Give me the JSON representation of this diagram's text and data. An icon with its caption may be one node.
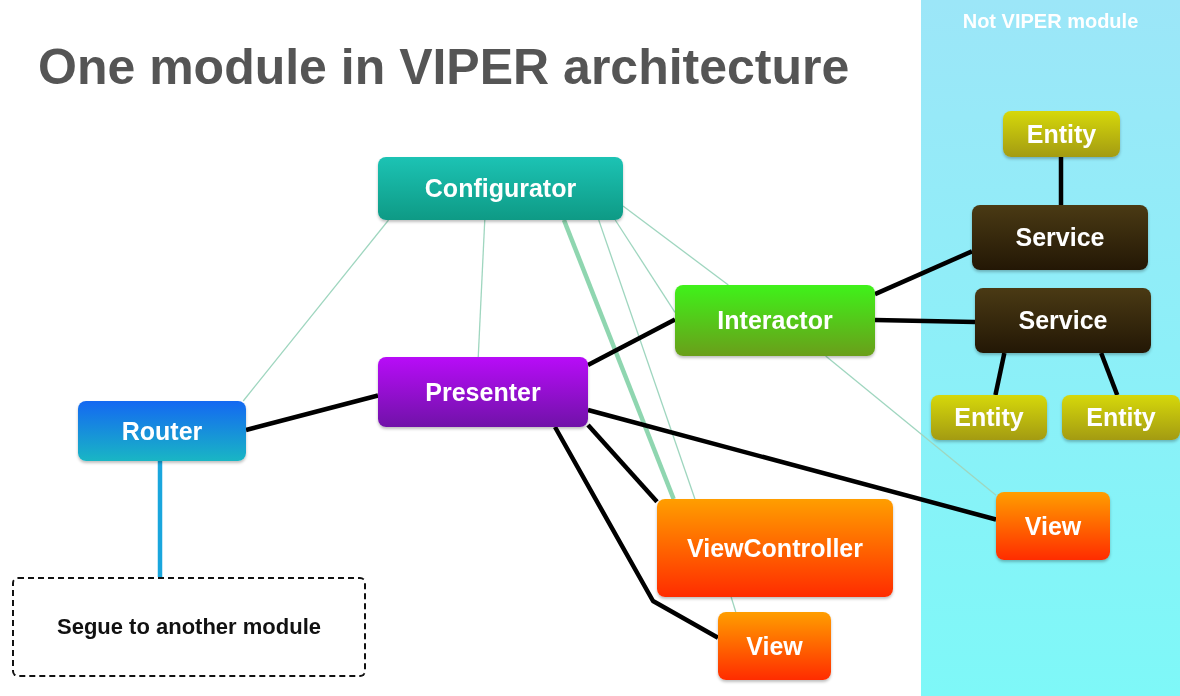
{
  "diagram": {
    "title": "One module in VIPER architecture",
    "nodes": [
      {
        "text": [
          "Configurator"
        ]
      },
      {
        "text": [
          "Router"
        ]
      },
      {
        "text": [
          "Presenter"
        ]
      },
      {
        "text": [
          "Interactor"
        ]
      },
      {
        "text": [
          "ViewController"
        ]
      },
      {
        "text": [
          "View"
        ]
      },
      {
        "text": [
          "Segue to another module"
        ]
      },
      {
        "text": [
          "Not VIPER module"
        ]
      },
      {
        "text": [
          "Entity"
        ],
        "in": 7
      },
      {
        "text": [
          "Service"
        ],
        "in": 7
      },
      {
        "text": [
          "Service"
        ],
        "in": 7
      },
      {
        "text": [
          "Entity"
        ],
        "in": 7
      },
      {
        "text": [
          "Entity"
        ],
        "in": 7
      },
      {
        "text": [
          "View"
        ],
        "in": 7
      }
    ],
    "edges": [
      {
        "from": 0,
        "to": 1,
        "arrow": "none",
        "color": "#9fd6bf"
      },
      {
        "from": 0,
        "to": 2,
        "arrow": "none",
        "color": "#9fd6bf"
      },
      {
        "from": 0,
        "to": 3,
        "arrow": "none",
        "color": "#9fd6bf"
      },
      {
        "from": 0,
        "to": 3,
        "arrow": "none",
        "color": "#9fd6bf"
      },
      {
        "from": 0,
        "to": 4,
        "arrow": "none",
        "color": "#8fd6b0"
      },
      {
        "from": 0,
        "to": 4,
        "arrow": "none",
        "color": "#9fd6bf"
      },
      {
        "from": 4,
        "to": 5,
        "arrow": "none",
        "color": "#9fd6bf"
      },
      {
        "from": 1,
        "to": 2,
        "arrow": "none"
      },
      {
        "from": 1,
        "to": 6,
        "arrow": "none",
        "color": "#1aa6dd"
      },
      {
        "from": 2,
        "to": 3,
        "arrow": "none"
      },
      {
        "from": 2,
        "to": 13,
        "arrow": "none"
      },
      {
        "from": 2,
        "to": 4,
        "arrow": "none"
      },
      {
        "from": 2,
        "to": 5,
        "arrow": "none"
      },
      {
        "from": 3,
        "to": 9,
        "arrow": "none"
      },
      {
        "from": 3,
        "to": 10,
        "arrow": "none"
      },
      {
        "from": 3,
        "to": 13,
        "arrow": "none",
        "color": "#9fd6bf"
      },
      {
        "from": 8,
        "to": 9,
        "arrow": "none"
      },
      {
        "from": 10,
        "to": 11,
        "arrow": "none"
      },
      {
        "from": 10,
        "to": 12,
        "arrow": "none"
      }
    ]
  }
}
